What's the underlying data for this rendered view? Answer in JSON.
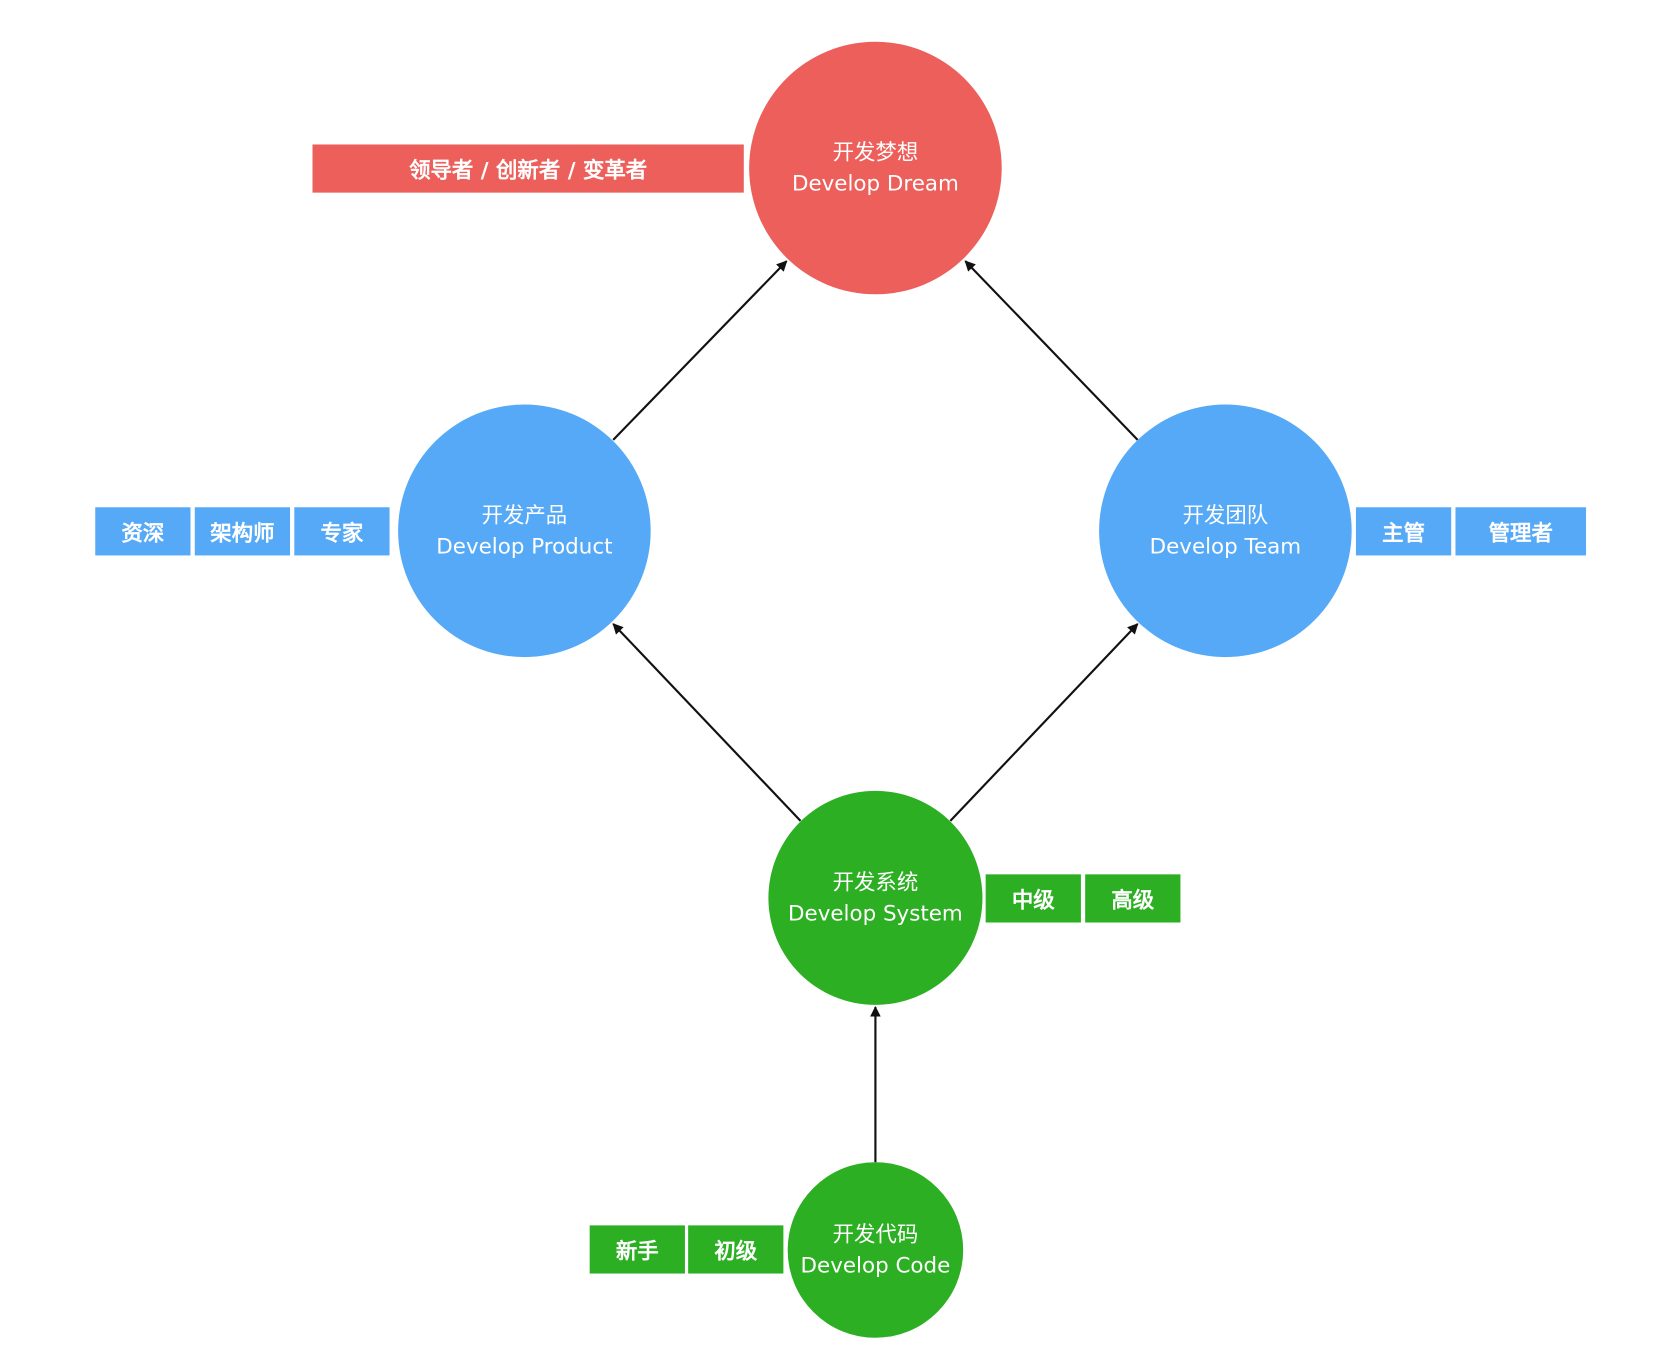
{
  "colors": {
    "dream": "#ec5f5b",
    "mid": "#56a9f6",
    "base": "#2caf22",
    "arrow": "#111111"
  },
  "nodes": {
    "dream": {
      "cn": "开发梦想",
      "en": "Develop Dream"
    },
    "product": {
      "cn": "开发产品",
      "en": "Develop Product"
    },
    "team": {
      "cn": "开发团队",
      "en": "Develop Team"
    },
    "system": {
      "cn": "开发系统",
      "en": "Develop System"
    },
    "code": {
      "cn": "开发代码",
      "en": "Develop Code"
    }
  },
  "tags": {
    "dream": [
      "领导者 / 创新者 / 变革者"
    ],
    "product": [
      "资深",
      "架构师",
      "专家"
    ],
    "team": [
      "主管",
      "管理者"
    ],
    "system": [
      "中级",
      "高级"
    ],
    "code": [
      "新手",
      "初级"
    ]
  },
  "arrows": [
    {
      "from": "code",
      "to": "system"
    },
    {
      "from": "system",
      "to": "product"
    },
    {
      "from": "system",
      "to": "team"
    },
    {
      "from": "product",
      "to": "dream"
    },
    {
      "from": "team",
      "to": "dream"
    }
  ]
}
